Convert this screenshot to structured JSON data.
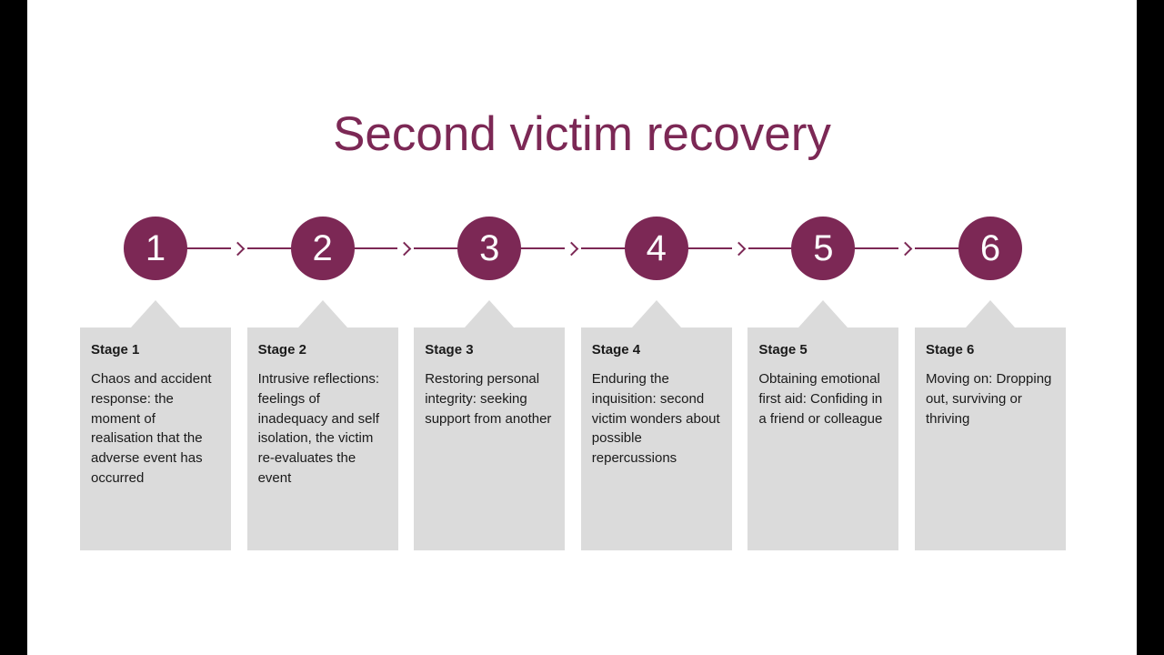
{
  "title": "Second victim recovery",
  "colors": {
    "accent": "#7C2855",
    "box_background": "#DBDBDB",
    "edge_bar": "#000000",
    "text": "#1a1a1a",
    "circle_text": "#ffffff"
  },
  "timeline": {
    "connector_icon": "chevron-right"
  },
  "stages": [
    {
      "number": "1",
      "label": "Stage 1",
      "description": "Chaos and accident response: the moment of realisation that the adverse event has occurred"
    },
    {
      "number": "2",
      "label": "Stage 2",
      "description": "Intrusive reflections: feelings of inadequacy and self isolation, the victim re-evaluates the event"
    },
    {
      "number": "3",
      "label": "Stage 3",
      "description": "Restoring personal integrity: seeking support from another"
    },
    {
      "number": "4",
      "label": "Stage 4",
      "description": "Enduring the inquisition: second victim wonders about possible repercussions"
    },
    {
      "number": "5",
      "label": "Stage 5",
      "description": "Obtaining emotional first aid: Confiding in a friend or colleague"
    },
    {
      "number": "6",
      "label": "Stage 6",
      "description": "Moving on: Dropping out, surviving or thriving"
    }
  ]
}
